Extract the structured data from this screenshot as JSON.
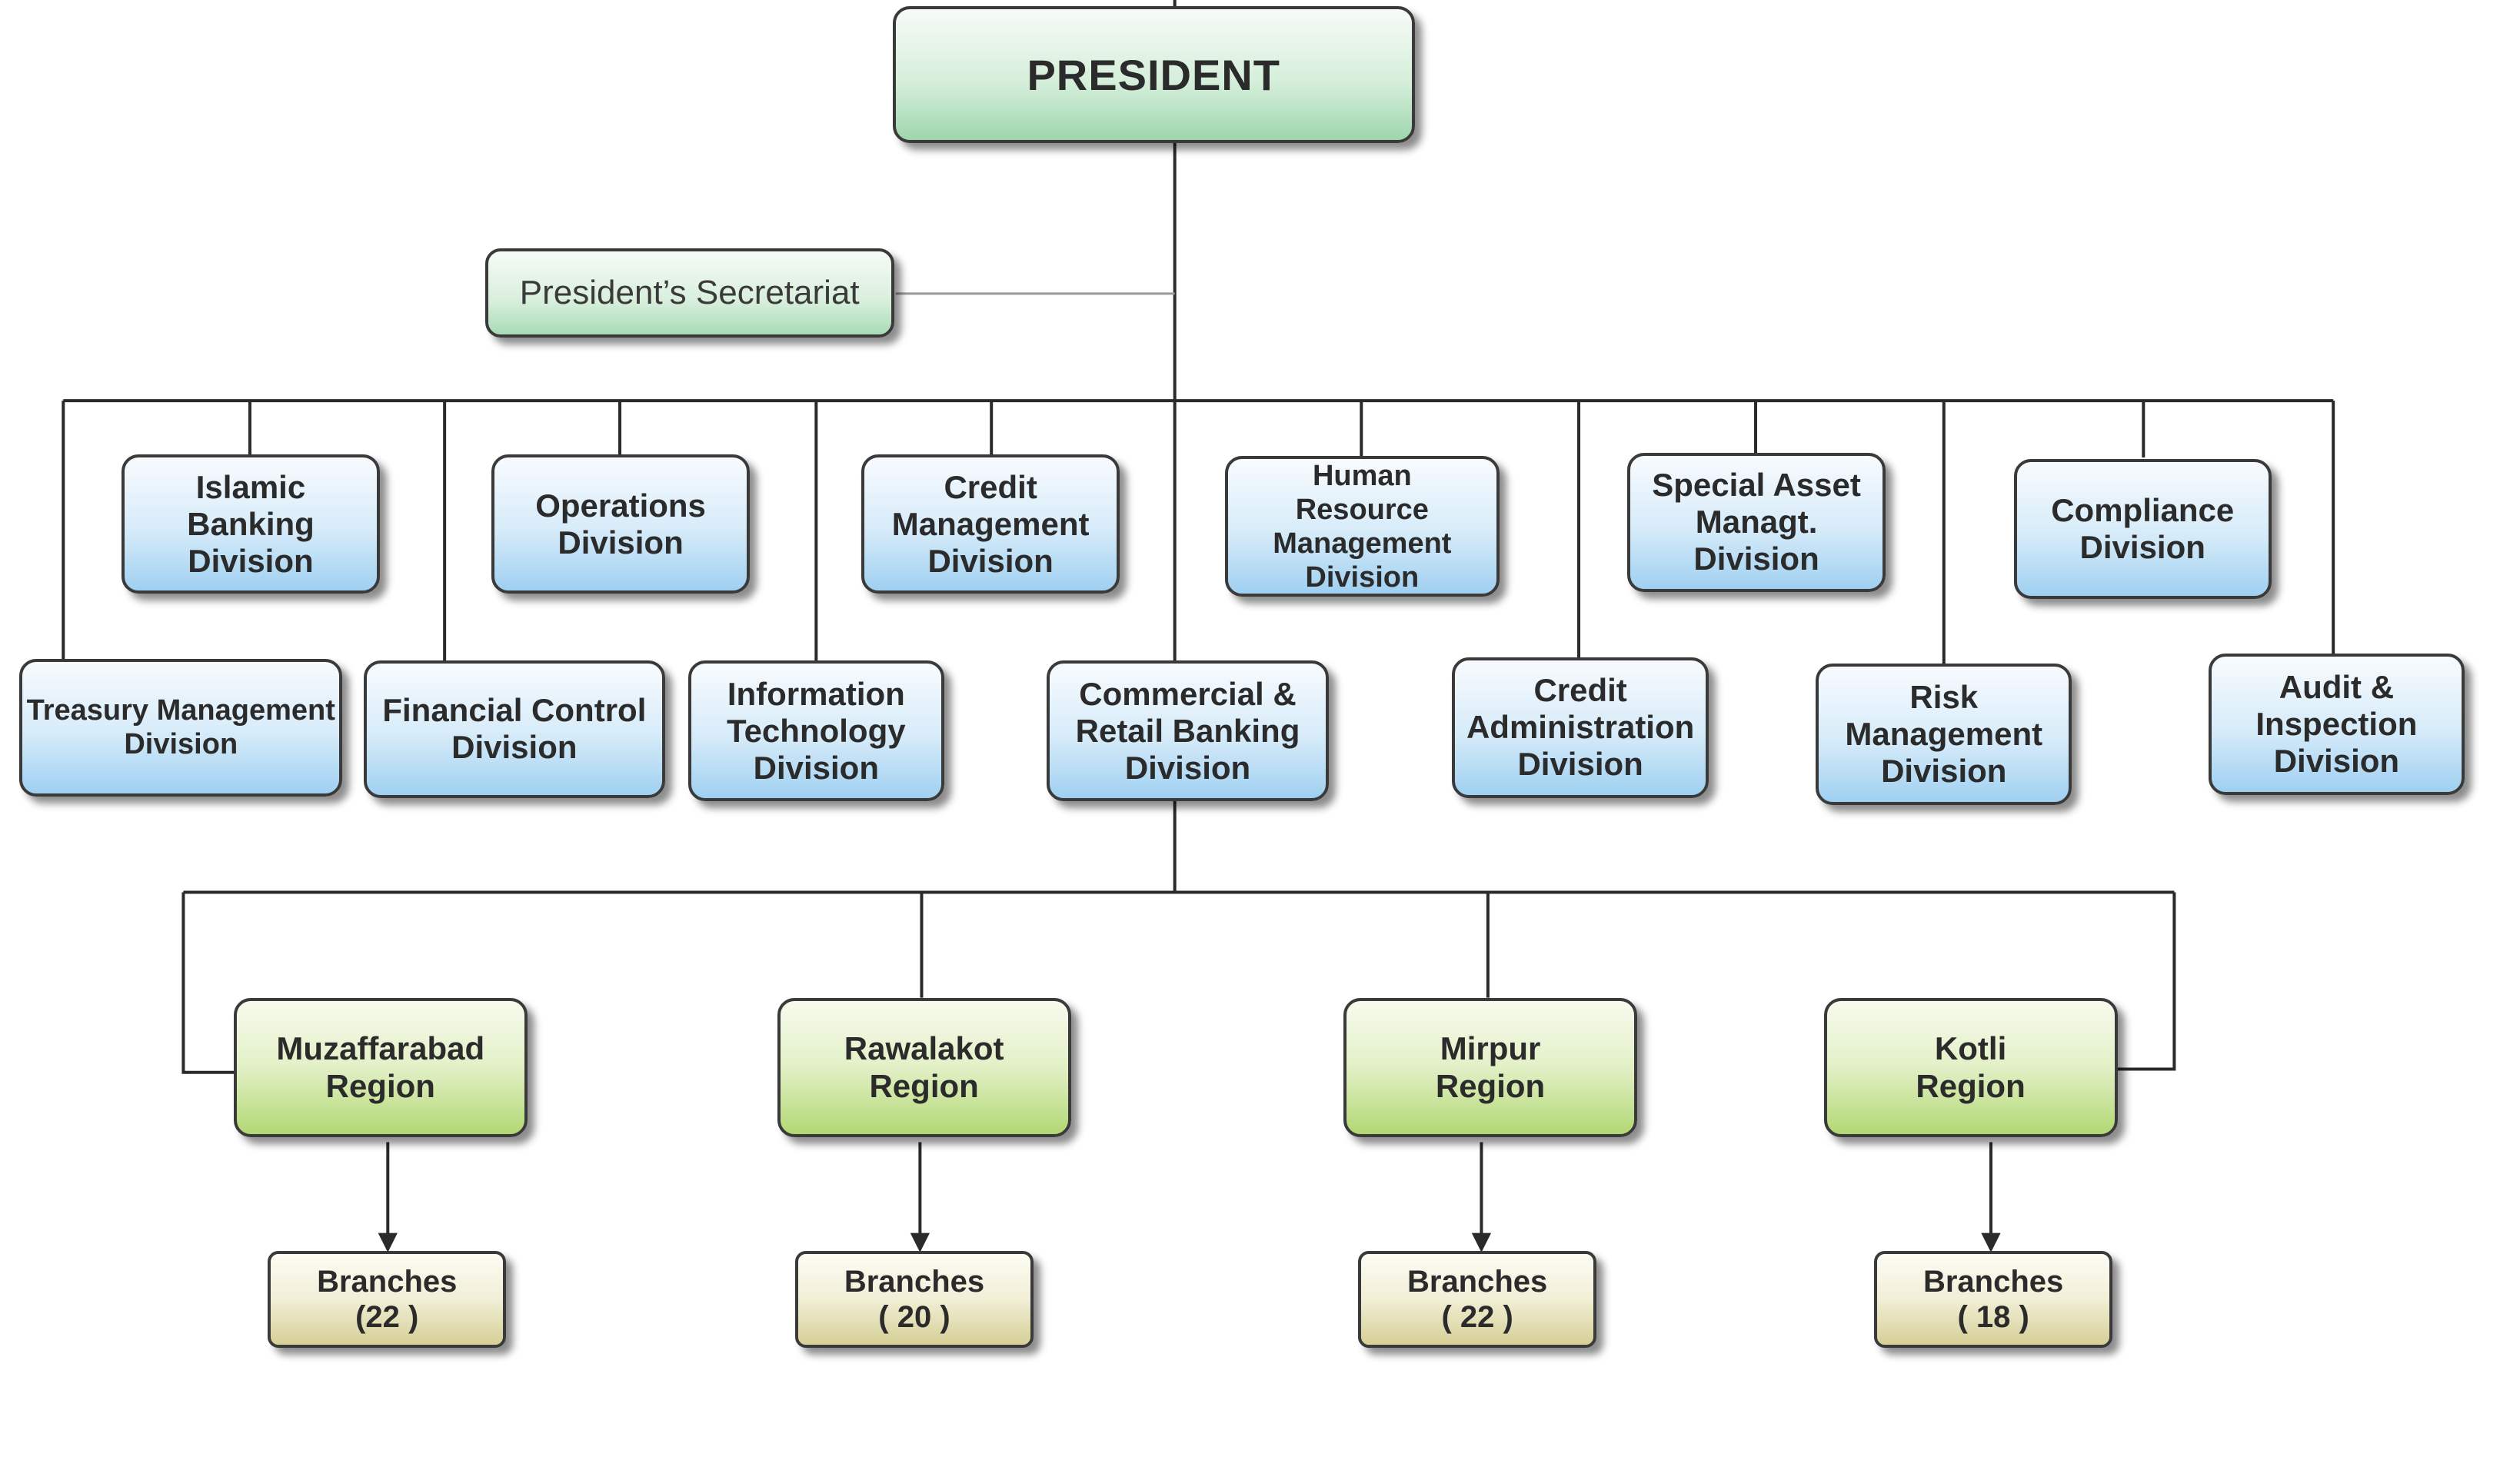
{
  "president": "PRESIDENT",
  "secretariat": "President’s  Secretariat",
  "divisions_top": [
    [
      "Islamic",
      "Banking",
      "Division"
    ],
    [
      "Operations",
      "Division"
    ],
    [
      "Credit",
      "Management",
      "Division"
    ],
    [
      "Human",
      "Resource",
      "Management",
      "Division"
    ],
    [
      "Special Asset",
      "Managt.",
      "Division"
    ],
    [
      "Compliance",
      "Division"
    ]
  ],
  "divisions_bottom": [
    [
      "Treasury Management",
      "Division"
    ],
    [
      "Financial Control",
      "Division"
    ],
    [
      "Information",
      "Technology",
      "Division"
    ],
    [
      "Commercial &",
      "Retail Banking",
      "Division"
    ],
    [
      "Credit",
      "Administration",
      "Division"
    ],
    [
      "Risk",
      "Management",
      "Division"
    ],
    [
      "Audit &",
      "Inspection",
      "Division"
    ]
  ],
  "regions": [
    [
      "Muzaffarabad",
      "Region"
    ],
    [
      "Rawalakot",
      "Region"
    ],
    [
      "Mirpur",
      "Region"
    ],
    [
      "Kotli",
      "Region"
    ]
  ],
  "branches": [
    [
      "Branches",
      "(22 )"
    ],
    [
      "Branches",
      "( 20 )"
    ],
    [
      "Branches",
      "( 22 )"
    ],
    [
      "Branches",
      "( 18 )"
    ]
  ],
  "colors": {
    "line": "#2a2a2a",
    "secretariat_line": "#9a9a9a",
    "division_fill": "#bfe0f6",
    "region_fill": "#c9e39a",
    "branch_fill": "#e6e2b8",
    "president_fill": "#bfe6c8"
  }
}
